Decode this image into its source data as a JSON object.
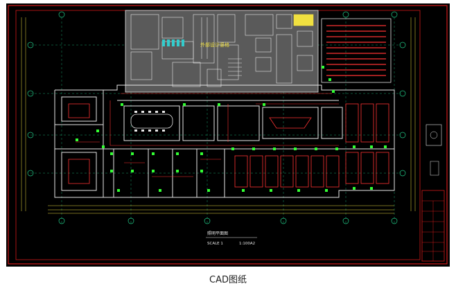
{
  "caption": "CAD图纸",
  "drawing": {
    "title_text": "照明平面图",
    "scale_label": "SCALE 1",
    "scale_value": "1:100A2",
    "block_label": "外部设计竖格",
    "colors": {
      "background": "#000000",
      "frame": "#d11a1a",
      "walls": "#e8e8e8",
      "lighting": "#ff3333",
      "fixtures": "#33ff33",
      "dims": "#f0e040",
      "grid": "#22cc88",
      "cyan": "#33cccc"
    }
  }
}
